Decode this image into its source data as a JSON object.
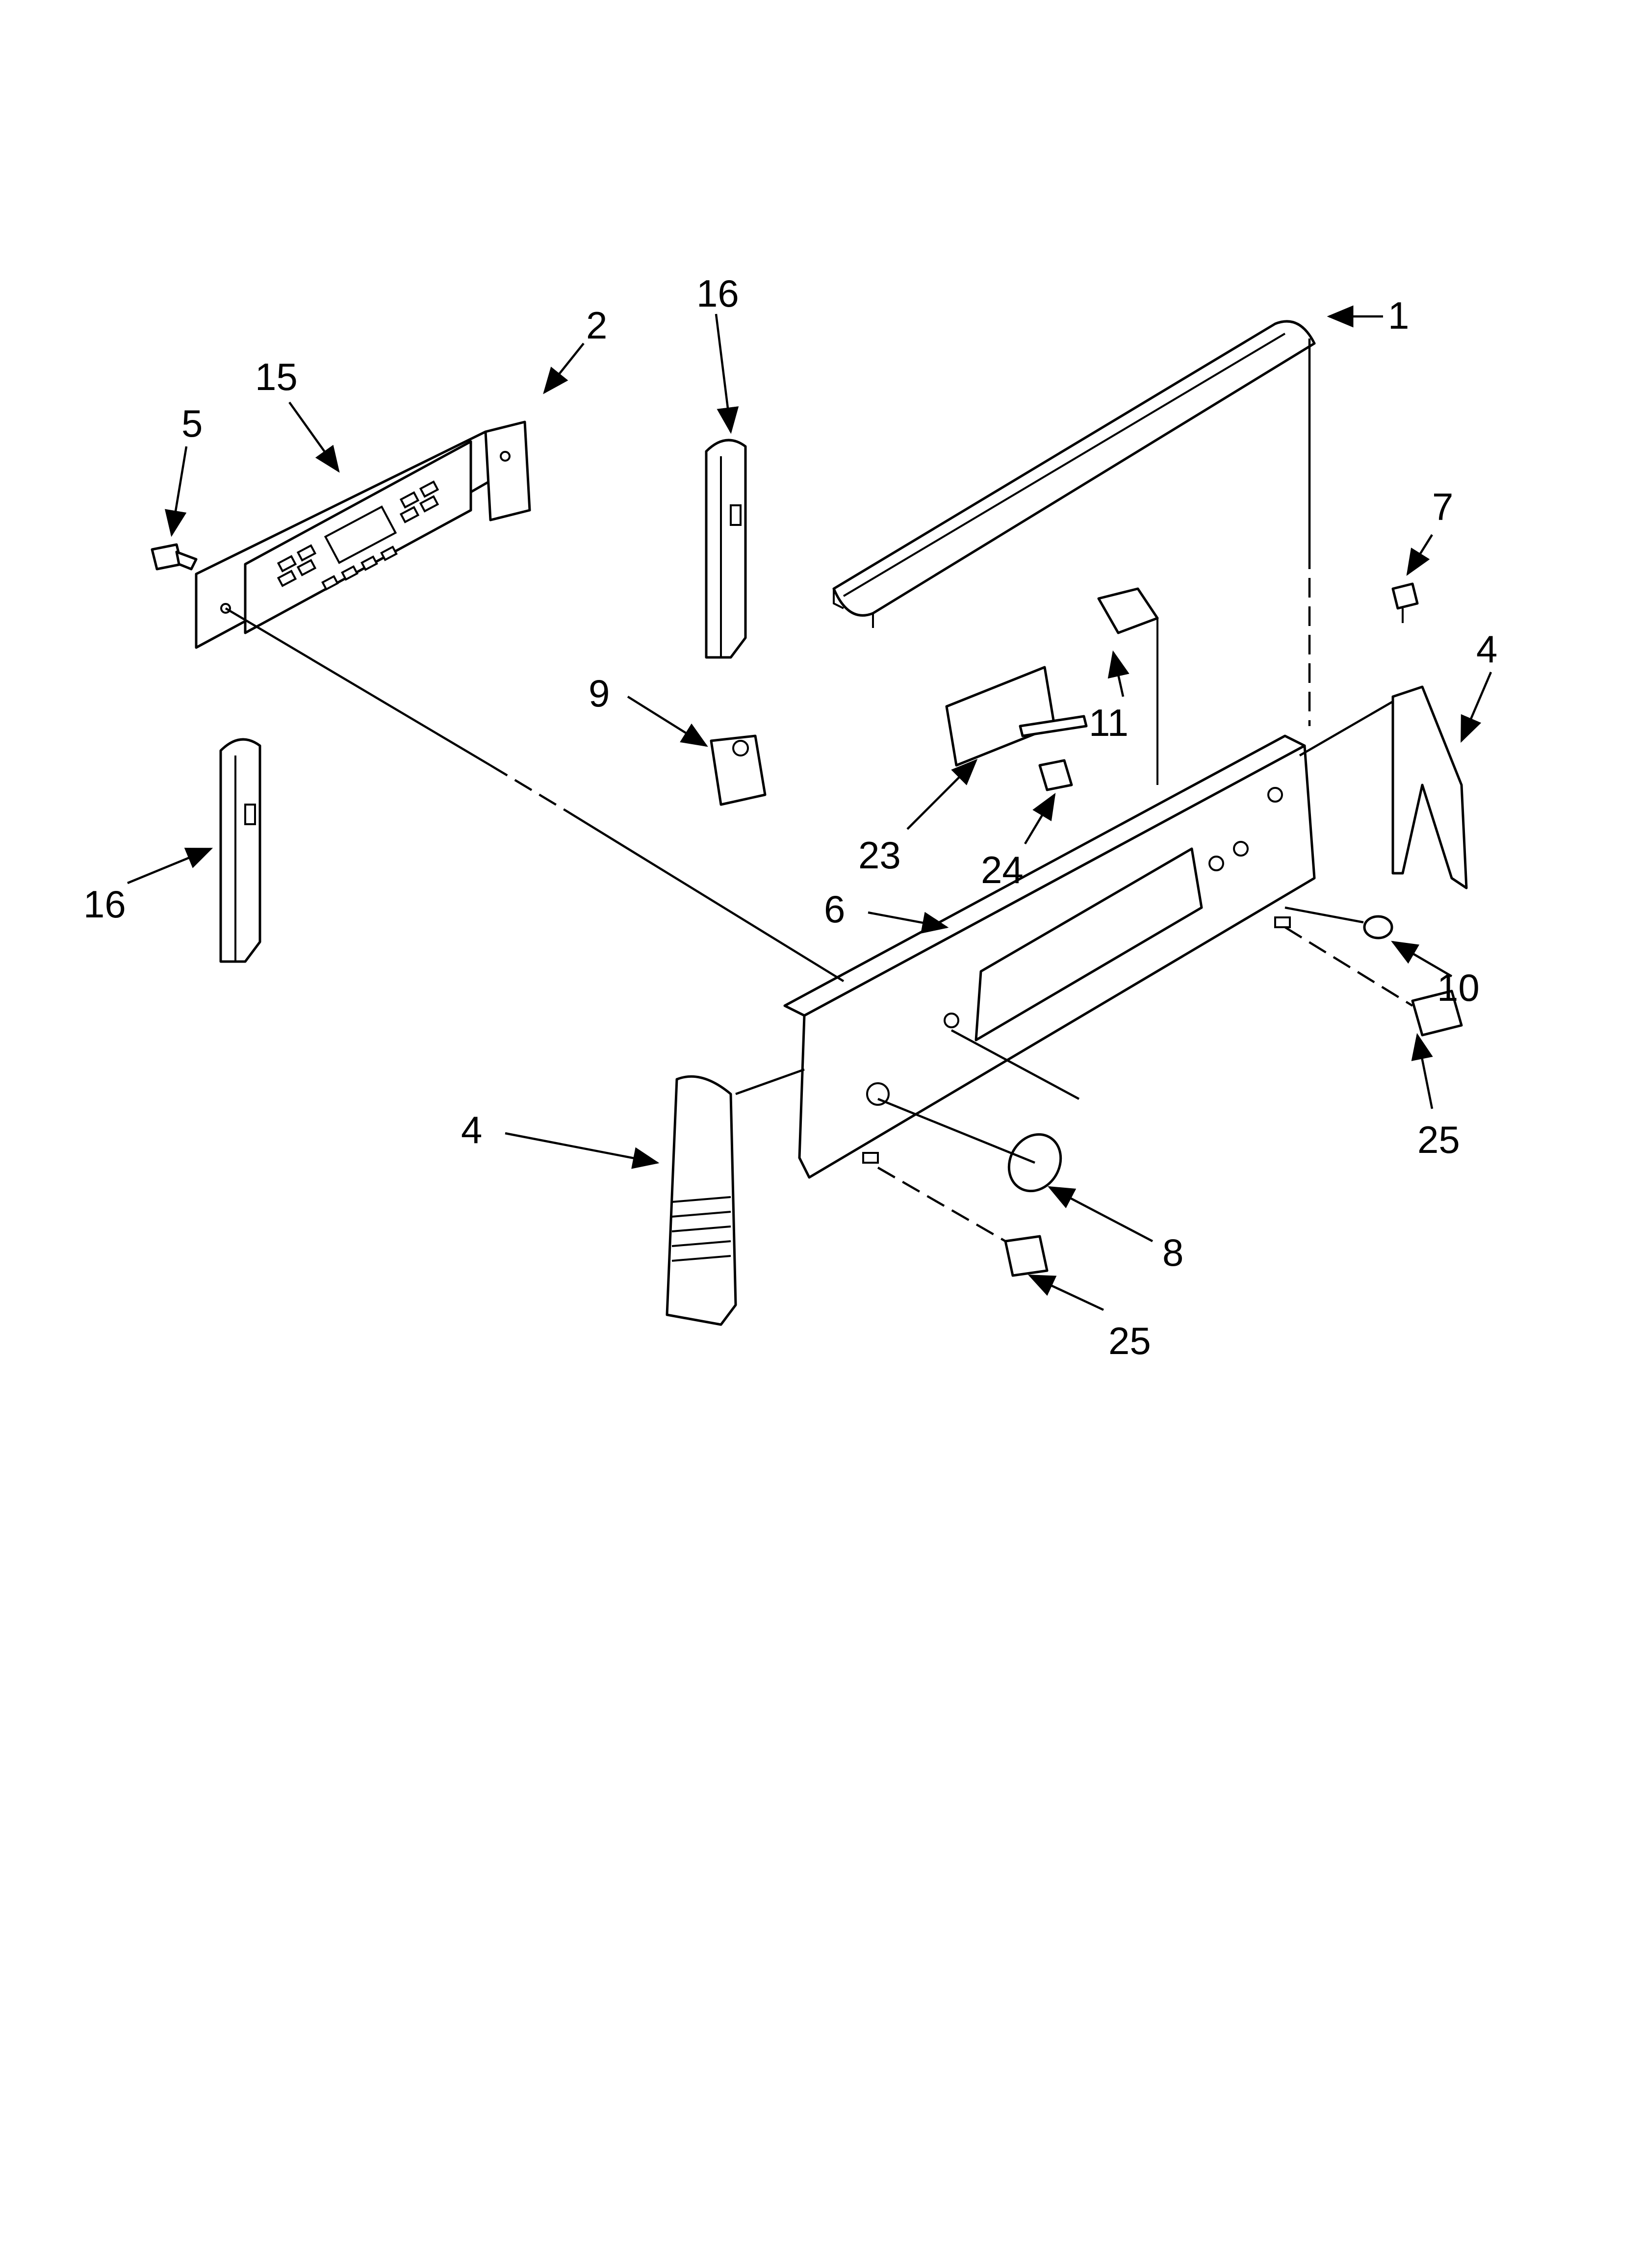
{
  "callouts": [
    {
      "id": "1",
      "text": "1"
    },
    {
      "id": "2",
      "text": "2"
    },
    {
      "id": "4a",
      "text": "4"
    },
    {
      "id": "4b",
      "text": "4"
    },
    {
      "id": "5",
      "text": "5"
    },
    {
      "id": "6",
      "text": "6"
    },
    {
      "id": "7",
      "text": "7"
    },
    {
      "id": "8",
      "text": "8"
    },
    {
      "id": "9",
      "text": "9"
    },
    {
      "id": "10",
      "text": "10"
    },
    {
      "id": "11",
      "text": "11"
    },
    {
      "id": "15",
      "text": "15"
    },
    {
      "id": "16a",
      "text": "16"
    },
    {
      "id": "16b",
      "text": "16"
    },
    {
      "id": "23",
      "text": "23"
    },
    {
      "id": "24",
      "text": "24"
    },
    {
      "id": "25a",
      "text": "25"
    },
    {
      "id": "25b",
      "text": "25"
    }
  ]
}
